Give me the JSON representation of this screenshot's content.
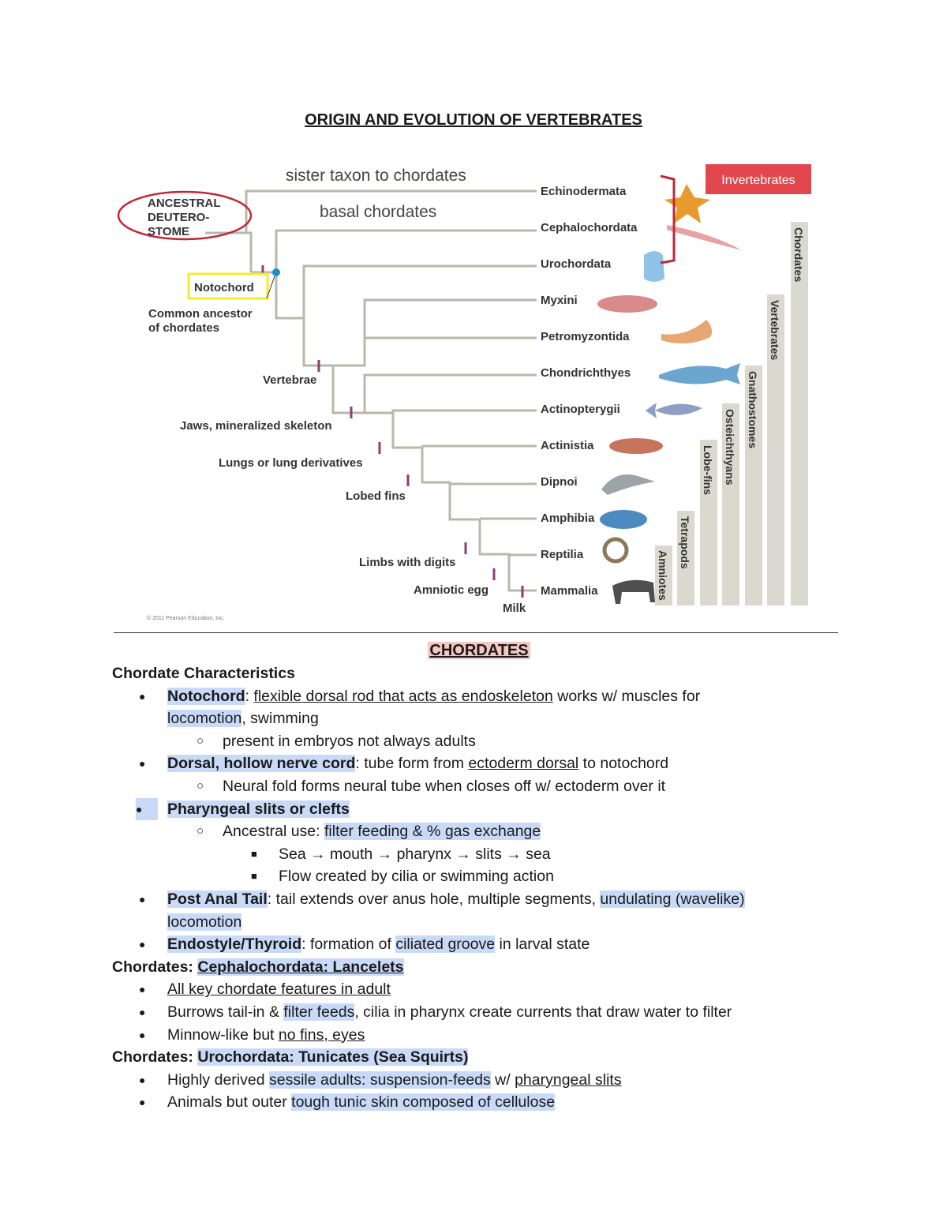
{
  "title": "ORIGIN AND EVOLUTION OF VERTEBRATES",
  "diagram": {
    "ancestor_label": [
      "ANCESTRAL",
      "DEUTERO-",
      "STOME"
    ],
    "sister_label": "sister taxon to chordates",
    "basal_label": "basal chordates",
    "notochord_label": "Notochord",
    "common_ancestor_label": [
      "Common ancestor",
      "of chordates"
    ],
    "taxa": [
      "Echinodermata",
      "Cephalochordata",
      "Urochordata",
      "Myxini",
      "Petromyzontida",
      "Chondrichthyes",
      "Actinopterygii",
      "Actinistia",
      "Dipnoi",
      "Amphibia",
      "Reptilia",
      "Mammalia"
    ],
    "characters": [
      "Vertebrae",
      "Jaws, mineralized skeleton",
      "Lungs or lung derivatives",
      "Lobed fins",
      "Limbs with digits",
      "Amniotic egg",
      "Milk"
    ],
    "invertebrates_label": "Invertebrates",
    "clades": [
      "Chordates",
      "Vertebrates",
      "Gnathostomes",
      "Osteichthyans",
      "Lobe-fins",
      "Tetrapods",
      "Amniotes"
    ],
    "copyright": "© 2011 Pearson Education, Inc.",
    "colors": {
      "ancestor_circle": "#c0283a",
      "notochord_box": "#f3ec2a",
      "invertebrates_box": "#e2474e",
      "tick_marks": "#8e3b7e",
      "branches": "#b7b9a8",
      "clade_bars": "#d9d9cf"
    }
  },
  "notes": {
    "section_heading": "CHORDATES",
    "characteristics_heading": "Chordate Characteristics",
    "notochord": {
      "term": "Notochord",
      "sep": ": ",
      "def": "flexible dorsal rod that acts as endoskeleton",
      "rest": " works w/ muscles for",
      "cont_hl": "locomotion",
      "cont_rest": ", swimming",
      "sub": "present in embryos not always adults"
    },
    "nerve_cord": {
      "term": "Dorsal, hollow nerve cord",
      "pre": ": tube form from ",
      "u": "ectoderm dorsal",
      "post": " to notochord",
      "sub": "Neural fold forms neural tube when closes off w/ ectoderm over it"
    },
    "pharyngeal": {
      "term": "Pharyngeal slits or clefts",
      "sub_pre": "Ancestral use: ",
      "sub_hl": "filter feeding & % gas exchange",
      "items": [
        "Sea → mouth → pharynx → slits → sea",
        "Flow created by cilia or swimming action"
      ]
    },
    "tail": {
      "term": "Post Anal Tail",
      "pre": ": tail extends over anus hole, multiple segments, ",
      "hl": "undulating (wavelike)",
      "cont_hl": "locomotion"
    },
    "endostyle": {
      "term": "Endostyle/Thyroid",
      "pre": ": formation of ",
      "hl": "ciliated groove",
      "post": " in larval state"
    },
    "lancelets": {
      "prefix": "Chordates: ",
      "name": "Cephalochordata: Lancelets",
      "item1": "All key chordate features in adult",
      "item2_pre": "Burrows tail-in & ",
      "item2_hl": "filter feeds",
      "item2_post": ", cilia in pharynx create currents that draw water to filter",
      "item3_pre": "Minnow-like but ",
      "item3_u": "no fins, eyes"
    },
    "tunicates": {
      "prefix": "Chordates: ",
      "name": "Urochordata: Tunicates (Sea Squirts)",
      "item1_pre": "Highly derived ",
      "item1_hl": "sessile adults: suspension-feeds",
      "item1_mid": " w/ ",
      "item1_u": "pharyngeal slits",
      "item2_pre": "Animals but outer ",
      "item2_hl": "tough tunic skin composed of cellulose"
    }
  }
}
